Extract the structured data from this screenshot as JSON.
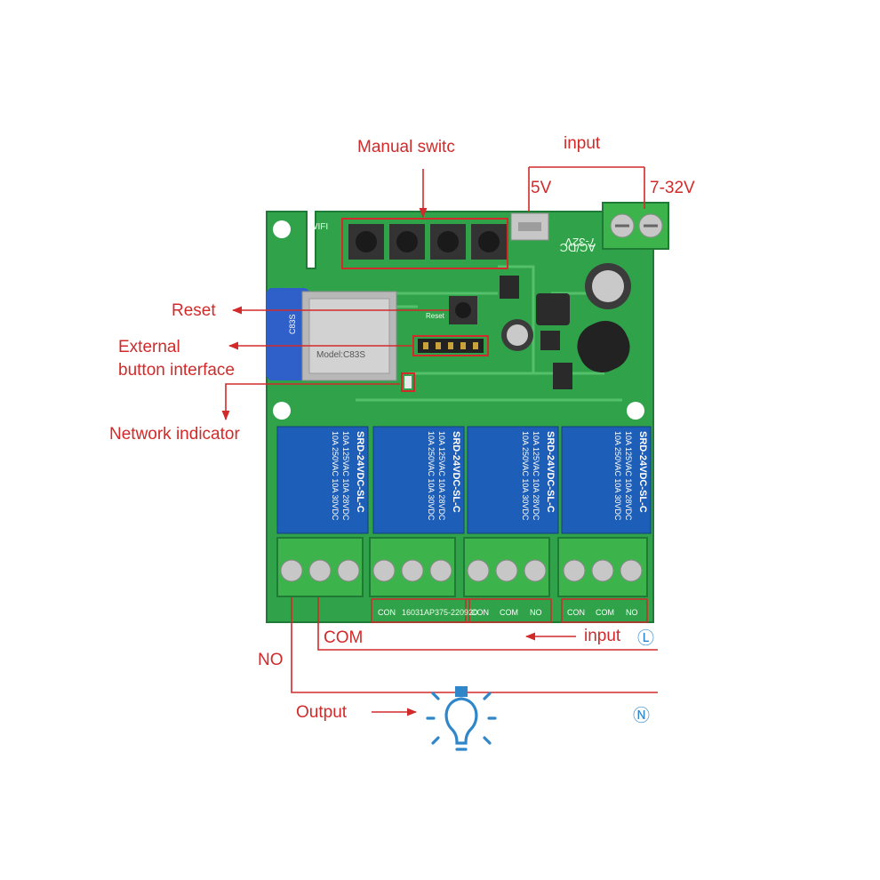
{
  "labels": {
    "manual_switch": "Manual switc",
    "input_top": "input",
    "v5": "5V",
    "v7_32": "7-32V",
    "reset": "Reset",
    "external_line1": "External",
    "external_line2": "button interface",
    "network_indicator": "Network indicator",
    "com": "COM",
    "input_l": "input",
    "l_symbol": "Ⓛ",
    "no": "NO",
    "output": "Output",
    "n_symbol": "Ⓝ"
  },
  "board": {
    "wifi": "WIFI",
    "power_text_1": "7-32V",
    "power_text_2": "AC/DC",
    "module_label": "C83S",
    "module_model": "Model:C83S",
    "reset_silk": "Reset",
    "relay_text": [
      "SRD-24VDC-SL-C",
      "10A 125VAC  10A 28VDC",
      "10A 250VAC  10A 30VDC"
    ],
    "relay_count": 4,
    "terminal_labels": [
      "CON",
      "COM",
      "NO"
    ],
    "board_code": "16031AP375-220920"
  },
  "colors": {
    "board_green": "#2fa24a",
    "relay_blue": "#1d5fb8",
    "annotation_red": "#d22a2a",
    "bulb_blue": "#2f86c9"
  }
}
